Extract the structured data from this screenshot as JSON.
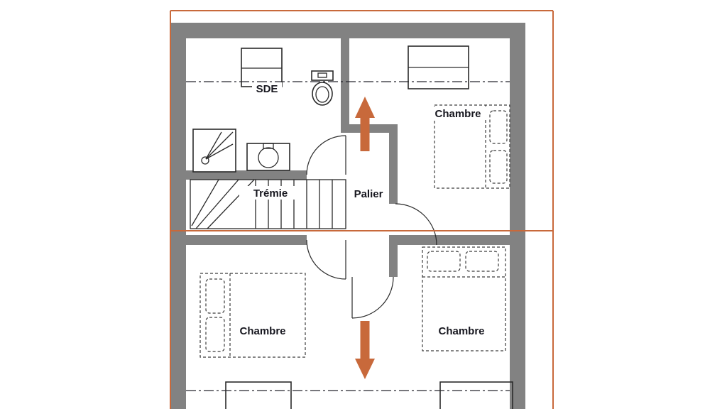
{
  "colors": {
    "accent": "#C8693B",
    "wall": "#828282",
    "label": "#17171f",
    "bg": "#ffffff"
  },
  "plan": {
    "labels": {
      "sde": "SDE",
      "tremie": "Trémie",
      "palier": "Palier",
      "chambre_top_right": "Chambre",
      "chambre_bottom_left": "Chambre",
      "chambre_bottom_right": "Chambre"
    },
    "fixtures": {
      "shower": "shower-tray",
      "sink": "washbasin",
      "toilet": "toilet",
      "staircase": "staircase",
      "bed_top_right": "double-bed",
      "bed_bottom_left": "double-bed",
      "bed_bottom_right": "double-bed"
    },
    "annotations": {
      "arrow_up": "stair-direction-up",
      "arrow_down": "stair-direction-down"
    }
  }
}
